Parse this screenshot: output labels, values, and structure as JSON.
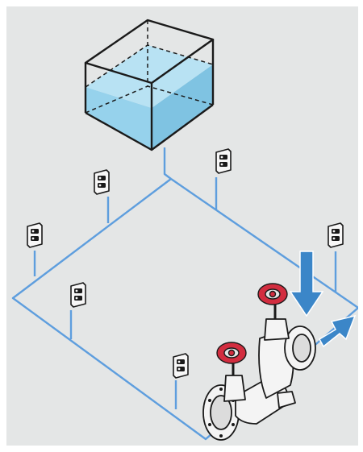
{
  "diagram": {
    "background_color": "#e4e6e6",
    "pipe_color": "#5e9ede",
    "water_color": "#8fcde9",
    "tank_edge_color": "#1a1a1a",
    "arrow_color": "#3b86c8",
    "handwheel_color": "#d22d3f",
    "valve_body_color": "#f4f4f4",
    "components": [
      {
        "kind": "water-tank",
        "icon": "open-top tank"
      },
      {
        "kind": "sprinkler-unit",
        "icon": "wall-mounted device",
        "count": 6
      },
      {
        "kind": "pipe-network",
        "icon": "isometric loop"
      },
      {
        "kind": "gate-valve",
        "icon": "red handwheel",
        "count": 2
      },
      {
        "kind": "flow-arrow",
        "icon": "arrow",
        "count": 2
      }
    ]
  }
}
